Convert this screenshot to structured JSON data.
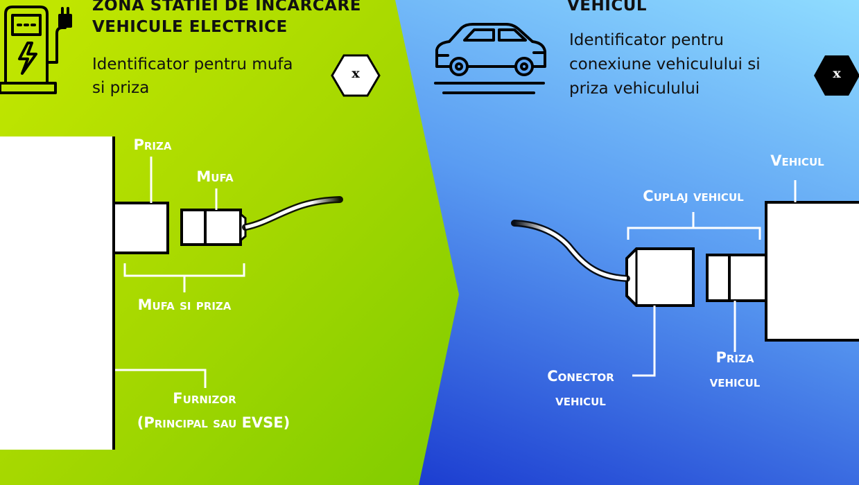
{
  "left_panel": {
    "title_line1": "ZONA STATIEI DE INCARCARE",
    "title_line2": "VEHICULE ELECTRICE",
    "subtitle_line1": "Identificator pentru mufa",
    "subtitle_line2": "si priza",
    "hex_marker": "x",
    "labels": {
      "priza": "Priza",
      "mufa": "Mufa",
      "mufa_si_priza": "Mufa si priza",
      "furnizor_line1": "Furnizor",
      "furnizor_line2": "(Principal sau EVSE)"
    }
  },
  "right_panel": {
    "title": "VEHICUL",
    "subtitle_line1": "Identificator pentru",
    "subtitle_line2": "conexiune vehiculului si",
    "subtitle_line3": "priza vehiculului",
    "hex_marker": "x",
    "labels": {
      "vehicul": "Vehicul",
      "cuplaj_vehicul": "Cuplaj vehicul",
      "conector_line1": "Conector",
      "conector_line2": "vehicul",
      "priza_vehicul_line1": "Priza",
      "priza_vehicul_line2": "vehicul"
    }
  },
  "colors": {
    "green_light": "#b8e000",
    "green_dark": "#88cc00",
    "blue_light": "#7fd2ff",
    "blue_dark": "#1a3fd0",
    "line": "#000000",
    "label": "#ffffff"
  },
  "icons": [
    "charging-station-icon",
    "car-icon"
  ]
}
